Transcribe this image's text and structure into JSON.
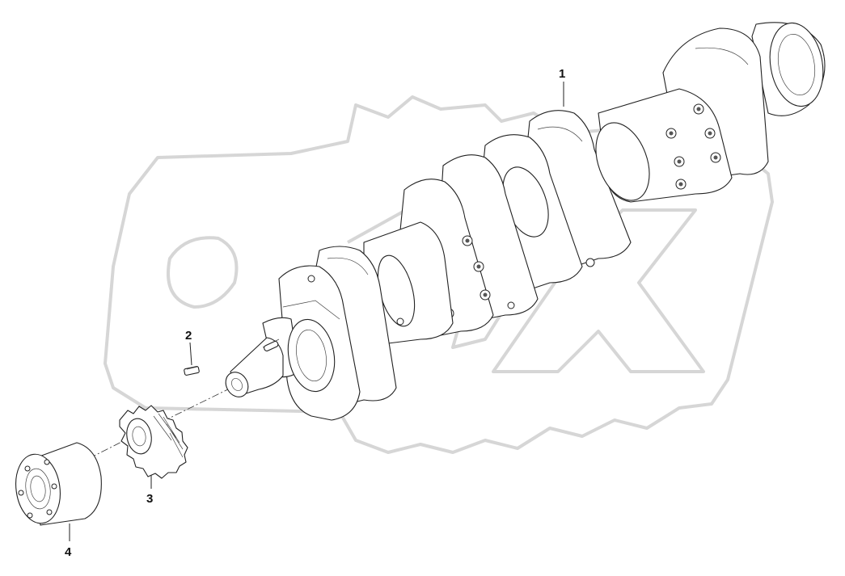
{
  "diagram": {
    "callouts": [
      {
        "id": "1",
        "label": "1"
      },
      {
        "id": "2",
        "label": "2"
      },
      {
        "id": "3",
        "label": "3"
      },
      {
        "id": "4",
        "label": "4"
      }
    ],
    "parts": [
      "crankshaft",
      "key",
      "gear",
      "pulley-hub"
    ],
    "watermark_color": "#d6d6d6",
    "line_color": "#222222"
  }
}
